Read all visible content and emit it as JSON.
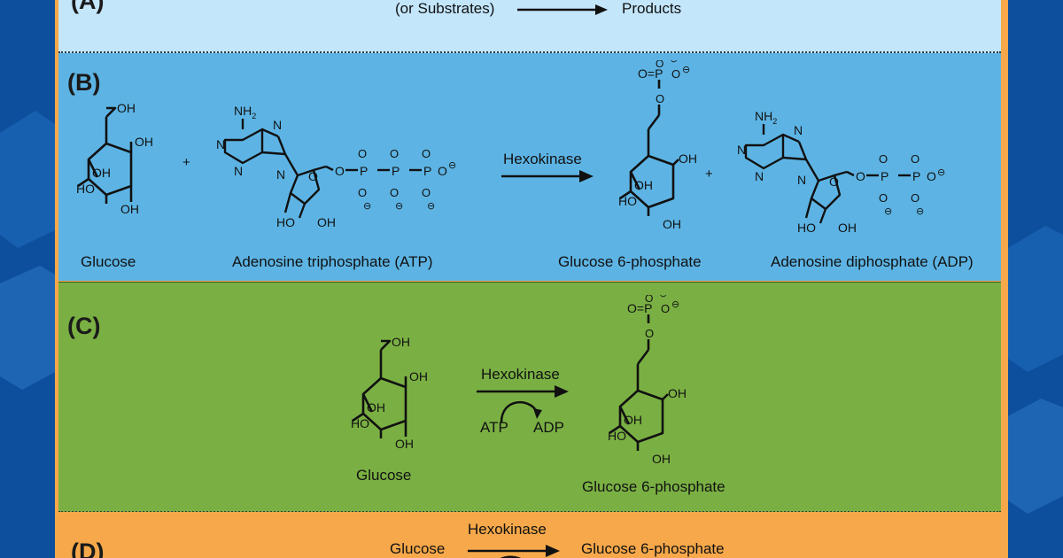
{
  "panel_a": {
    "label": "(A)",
    "substrates_label": "(or Substrates)",
    "products_label": "Products"
  },
  "panel_b": {
    "label": "(B)",
    "enzyme": "Hexokinase",
    "plus_sign": "+",
    "glucose": "Glucose",
    "atp": "Adenosine triphosphate (ATP)",
    "g6p": "Glucose 6-phosphate",
    "adp": "Adenosine diphosphate (ADP)"
  },
  "panel_c": {
    "label": "(C)",
    "enzyme": "Hexokinase",
    "atp_short": "ATP",
    "adp_short": "ADP",
    "glucose": "Glucose",
    "g6p": "Glucose 6-phosphate"
  },
  "panel_d": {
    "label": "(D)",
    "enzyme": "Hexokinase",
    "glucose": "Glucose",
    "g6p": "Glucose 6-phosphate"
  },
  "atoms": {
    "oh": "OH",
    "ho": "HO",
    "o": "O",
    "p": "P",
    "n": "N",
    "nh2": "NH",
    "sub2": "2",
    "o_double": "O=",
    "charge": "⊖"
  },
  "colors": {
    "frame": "#f6a84a",
    "panel_a": "#c3e6fb",
    "panel_b": "#5db4e4",
    "panel_c": "#7ab043",
    "background": "#0d4f9c"
  }
}
